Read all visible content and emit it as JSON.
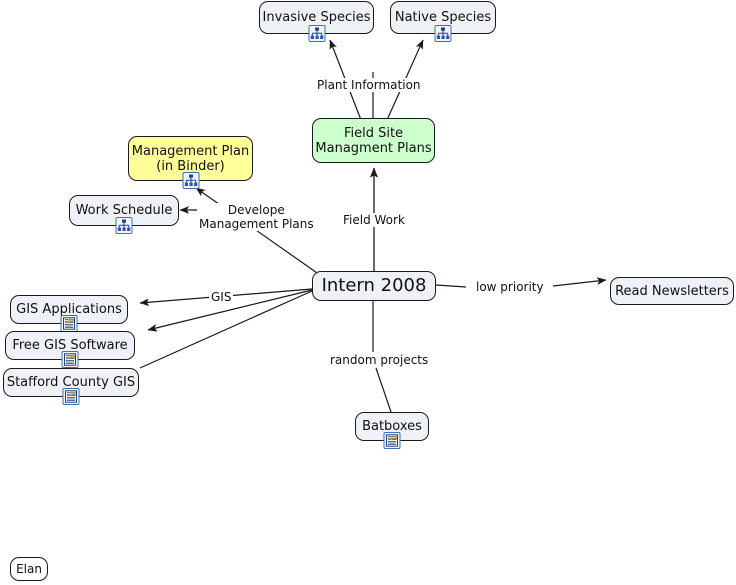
{
  "diagram": {
    "title": "Intern 2008 mind map",
    "background_color": "#ffffff",
    "node_fill_default": "#eef2f6",
    "node_fill_green": "#ccffcc",
    "node_fill_yellow": "#ffff99",
    "node_fill_plain": "#ffffff",
    "node_border_color": "#1a1a1a",
    "edge_color": "#1a1a1a",
    "text_color": "#111111"
  },
  "nodes": {
    "invasive_species": {
      "label": "Invasive Species",
      "icon": "hierarchy-icon"
    },
    "native_species": {
      "label": "Native Species",
      "icon": "hierarchy-icon"
    },
    "field_site_management_plans": {
      "label": "Field Site\nManagment Plans",
      "icon": "none"
    },
    "management_plan_binder": {
      "label": "Management Plan\n(in Binder)",
      "icon": "hierarchy-icon"
    },
    "work_schedule": {
      "label": "Work Schedule",
      "icon": "hierarchy-icon"
    },
    "intern_2008": {
      "label": "Intern 2008",
      "icon": "none"
    },
    "read_newsletters": {
      "label": "Read Newsletters",
      "icon": "none"
    },
    "gis_applications": {
      "label": "GIS Applications",
      "icon": "note-icon"
    },
    "free_gis_software": {
      "label": "Free GIS Software",
      "icon": "note-icon"
    },
    "stafford_county_gis": {
      "label": "Stafford County GIS",
      "icon": "note-icon"
    },
    "batboxes": {
      "label": "Batboxes",
      "icon": "note-icon"
    },
    "elan": {
      "label": "Elan",
      "icon": "none"
    }
  },
  "edge_labels": {
    "plant_information": "Plant Information",
    "develope_management_plans": "Develope\nManagement Plans",
    "field_work": "Field Work",
    "gis": "GIS",
    "low_priority": "low priority",
    "random_projects": "random projects"
  }
}
